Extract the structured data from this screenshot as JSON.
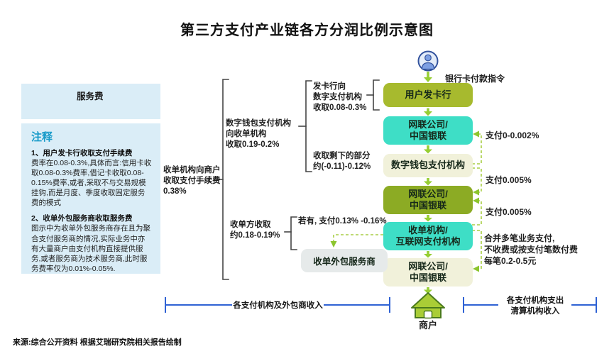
{
  "title": "第三方支付产业链各方分润比例示意图",
  "legend": {
    "service_fee": "服务费"
  },
  "notes": {
    "heading": "注释",
    "note1_title": "1、用户发卡行收取支付手续费",
    "note1_body": "费率在0.08-0.3%,具体而言:信用卡收取0.08-0.3%费率,借记卡收取0.08-0.15%费率,或者,采取不与交易规模挂钩,而是月度、季度收取固定服务费的模式",
    "note2_title": "2、收单外包服务商收取服务费",
    "note2_body": "图示中为收单外包服务商存在且为聚合支付服务商的情况,实际业务中亦有大量商户由支付机构直接提供服务,或者服务商为技术服务商,此时服务费率仅为0.01%-0.05%."
  },
  "flow": {
    "instruction": "银行卡付款指令",
    "nodes": [
      {
        "id": "user-issuing-bank",
        "label": "用户发卡行",
        "color": "#a7ba2e"
      },
      {
        "id": "nets-unionpay-1",
        "label": "网联公司/\n中国银联",
        "color": "#3edec6"
      },
      {
        "id": "digital-wallet-institution",
        "label": "数字钱包支付机构",
        "color": "#f1f1da"
      },
      {
        "id": "nets-unionpay-2",
        "label": "网联公司/\n中国银联",
        "color": "#8cab24"
      },
      {
        "id": "acquirer-internet-payment",
        "label": "收单机构/\n互联网支付机构",
        "color": "#3edec6"
      },
      {
        "id": "nets-unionpay-3",
        "label": "网联公司/\n中国银联",
        "color": "#f1f1da"
      }
    ],
    "outsourcer": "收单外包服务商",
    "merchant": "商户"
  },
  "annotations": {
    "total_fee": "收单机构向商户\n收取支付手续费\n0.38%",
    "wallet_charge": "数字钱包支付机构\n向收单机构\n收取0.19-0.2%",
    "issuer_charge": "发卡行向\n数字支付机构\n收取0.08-0.3%",
    "remainder": "收取剩下的部分\n约(-0.11)-0.12%",
    "acquirer_keep": "收单方收取\n约0.18-0.19%",
    "outsourcer_fee": "若有, 支付0.13% -0.16%",
    "pay_small": "支付0-0.002%",
    "pay_005_upper": "支付0.005%",
    "pay_005_lower": "支付0.005%",
    "pay_batch": "合并多笔业务支付,\n不收费或按支付笔数付费\n每笔0.2-0.5元"
  },
  "measures": {
    "left": "各支付机构及外包商收入",
    "right": "各支付机构支出\n清算机构收入"
  },
  "source": "来源:综合公开资料 根据艾瑞研究院相关报告绘制",
  "colors": {
    "olive": "#a7ba2e",
    "olive_dark": "#8cab24",
    "teal": "#3edec6",
    "cream": "#f1f1da",
    "gray_box": "#e6eaea",
    "panel_blue": "#daedf7",
    "note_heading_blue": "#189bc9",
    "solid_arrow_green": "#97ce33",
    "dashed_arrow_green": "#a8ce45",
    "measure_blue": "#2f62d4"
  }
}
